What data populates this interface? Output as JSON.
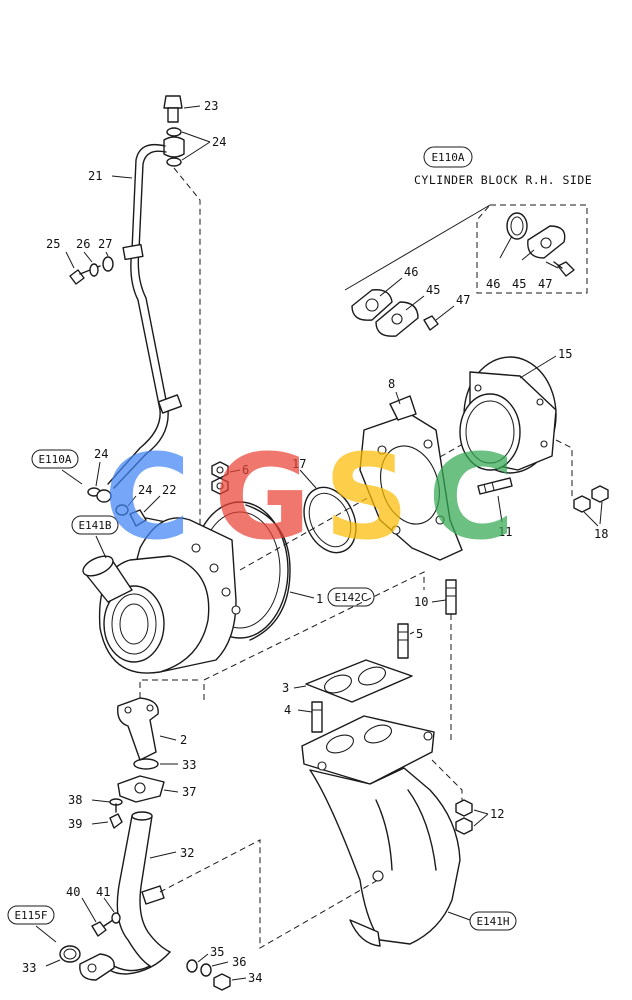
{
  "header": {
    "ref_code": "E110A",
    "caption": "CYLINDER BLOCK  R.H. SIDE"
  },
  "watermark": {
    "letters": [
      "C",
      "G",
      "S",
      "C"
    ],
    "colors": [
      "#4285f4",
      "#ea4335",
      "#fbbc05",
      "#34a853"
    ]
  },
  "refs": {
    "e110a_left": "E110A",
    "e141b": "E141B",
    "e142c": "E142C",
    "e141h": "E141H",
    "e115f": "E115F"
  },
  "callouts": {
    "p23": "23",
    "p24a": "24",
    "p21": "21",
    "p25": "25",
    "p26": "26",
    "p27": "27",
    "p46a": "46",
    "p45a": "45",
    "p47a": "47",
    "p46b": "46",
    "p45b": "45",
    "p47b": "47",
    "p15": "15",
    "p8": "8",
    "p6": "6",
    "p17": "17",
    "p24b": "24",
    "p24c": "24",
    "p22": "22",
    "p11": "11",
    "p18": "18",
    "p1": "1",
    "p10": "10",
    "p5": "5",
    "p3": "3",
    "p4": "4",
    "p2": "2",
    "p33a": "33",
    "p37": "37",
    "p38": "38",
    "p39": "39",
    "p12": "12",
    "p32": "32",
    "p40": "40",
    "p41": "41",
    "p35": "35",
    "p36": "36",
    "p34": "34",
    "p33b": "33"
  }
}
